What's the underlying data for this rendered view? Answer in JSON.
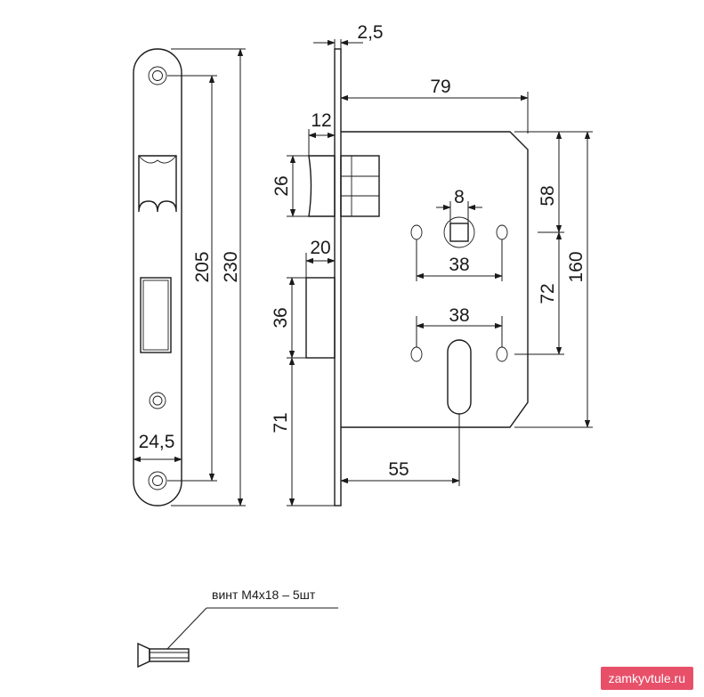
{
  "dimensions": {
    "faceplate_width": "24,5",
    "screw_spacing": "205",
    "faceplate_length": "230",
    "faceplate_thickness": "2,5",
    "case_depth": "79",
    "latch_projection": "12",
    "latch_height": "26",
    "deadbolt_projection": "20",
    "deadbolt_height": "36",
    "deadbolt_to_bottom": "71",
    "spindle_square": "8",
    "handle_screw_spacing": "38",
    "cylinder_screw_spacing": "38",
    "handle_offset": "58",
    "spindle_to_cylinder": "72",
    "case_height": "160",
    "backset": "55"
  },
  "note": {
    "screw_label": "винт M4x18 – 5шт"
  },
  "watermark": "zamkyvtule.ru",
  "colors": {
    "line": "#1a1a1a",
    "watermark_bg": "#e8506a",
    "watermark_text": "#ffffff"
  }
}
